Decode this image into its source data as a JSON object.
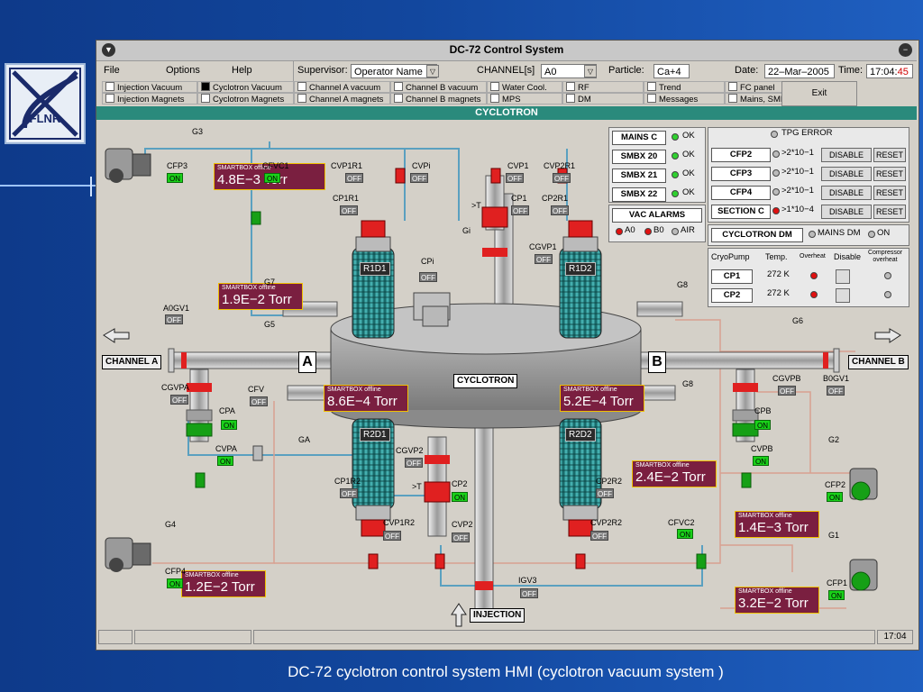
{
  "window": {
    "title": "DC-72 Control System"
  },
  "caption": "DC-72 cyclotron control system HMI (cyclotron vacuum system )",
  "logo": {
    "text": "FLNR",
    "icon": "flnr-logo-icon"
  },
  "menu": {
    "items": [
      "File",
      "Options",
      "Help"
    ],
    "supervisor_label": "Supervisor:",
    "supervisor_value": "Operator Name",
    "channel_label": "CHANNEL[s]",
    "channel_value": "A0",
    "particle_label": "Particle:",
    "particle_value": "Ca+4",
    "date_label": "Date:",
    "date_value": "22–Mar–2005",
    "time_label": "Time:",
    "time_hm": "17:04:",
    "time_sec": "45"
  },
  "tabs": {
    "row1": [
      "Injection Vacuum",
      "Cyclotron Vacuum",
      "Channel A vacuum",
      "Channel B vacuum",
      "Water Cool.",
      "RF",
      "Trend",
      "FC panel"
    ],
    "row2": [
      "Injection Magnets",
      "Cyclotron Magnets",
      "Channel A magnets",
      "Channel B magnets",
      "MPS",
      "DM",
      "Messages",
      "Mains, SMBX"
    ],
    "active": "Cyclotron Vacuum",
    "exit": "Exit"
  },
  "section_title": "CYCLOTRON",
  "smartbox_label": "SMARTBOX offline",
  "gauges": {
    "g_top": "4.8E−3 Torr",
    "g_left_mid": "1.9E−2 Torr",
    "g_a": "8.6E−4 Torr",
    "g_b": "5.2E−4 Torr",
    "g_r2d2": "2.4E−2 Torr",
    "g_cfp2": "1.4E−3 Torr",
    "g_cfp4": "1.2E−2 Torr",
    "g_cfp1": "3.2E−2 Torr"
  },
  "elements": {
    "G3": "G3",
    "CFP3": "CFP3",
    "CFVC1": "CFVC1",
    "CVP1R1": "CVP1R1",
    "CVPi": "CVPi",
    "CVP1": "CVP1",
    "CVP2R1": "CVP2R1",
    "CP1R1": "CP1R1",
    "CP1": "CP1",
    "CP2R1": "CP2R1",
    "T": ">T",
    "Gi": "Gi",
    "CGVP1": "CGVP1",
    "CPi": "CPi",
    "G7": "G7",
    "A0GV1": "A0GV1",
    "G5": "G5",
    "G8": "G8",
    "G6": "G6",
    "CGVPA": "CGVPA",
    "CPA": "CPA",
    "CFV": "CFV",
    "CVPA": "CVPA",
    "GA": "GA",
    "CGVP2": "CGVP2",
    "CP1R2": "CP1R2",
    "CP2": "CP2",
    "CP2R2": "CP2R2",
    "CVP1R2": "CVP1R2",
    "CVP2": "CVP2",
    "CVP2R2": "CVP2R2",
    "CFVC2": "CFVC2",
    "G4": "G4",
    "CFP4": "CFP4",
    "IGV3": "IGV3",
    "CGVPB": "CGVPB",
    "B0GV1": "B0GV1",
    "CPB": "CPB",
    "CVPB": "CVPB",
    "G2": "G2",
    "CFP2": "CFP2",
    "G1": "G1",
    "CFP1": "CFP1"
  },
  "states": {
    "off": "OFF",
    "on": "ON"
  },
  "tanks": {
    "r1d1": "R1D1",
    "r1d2": "R1D2",
    "r2d1": "R2D1",
    "r2d2": "R2D2"
  },
  "main": {
    "cyclotron": "CYCLOTRON",
    "channel_a": "CHANNEL A",
    "channel_b": "CHANNEL B",
    "injection": "INJECTION",
    "a": "A",
    "b": "B"
  },
  "panels": {
    "mains": [
      {
        "name": "MAINS C",
        "state": "OK"
      },
      {
        "name": "SMBX 20",
        "state": "OK"
      },
      {
        "name": "SMBX 21",
        "state": "OK"
      },
      {
        "name": "SMBX 22",
        "state": "OK"
      }
    ],
    "vac_alarms": {
      "title": "VAC ALARMS",
      "a0": "A0",
      "b0": "B0",
      "air": "AIR"
    },
    "tpg_error": "TPG ERROR",
    "cfp_rows": [
      {
        "name": "CFP2",
        "threshold": ">2*10−1",
        "disable": "DISABLE",
        "reset": "RESET"
      },
      {
        "name": "CFP3",
        "threshold": ">2*10−1",
        "disable": "DISABLE",
        "reset": "RESET"
      },
      {
        "name": "CFP4",
        "threshold": ">2*10−1",
        "disable": "DISABLE",
        "reset": "RESET"
      },
      {
        "name": "SECTION C",
        "threshold": ">1*10−4",
        "disable": "DISABLE",
        "reset": "RESET"
      }
    ],
    "cyclotron_dm": {
      "title": "CYCLOTRON DM",
      "mains_dm": "MAINS DM",
      "on": "ON"
    },
    "cryo": {
      "headers": [
        "CryoPump",
        "Temp.",
        "Overheat",
        "Disable",
        "Compressor overheat"
      ],
      "rows": [
        {
          "name": "CP1",
          "temp": "272 K"
        },
        {
          "name": "CP2",
          "temp": "272 K"
        }
      ]
    }
  },
  "statusbar": {
    "time": "17:04"
  }
}
